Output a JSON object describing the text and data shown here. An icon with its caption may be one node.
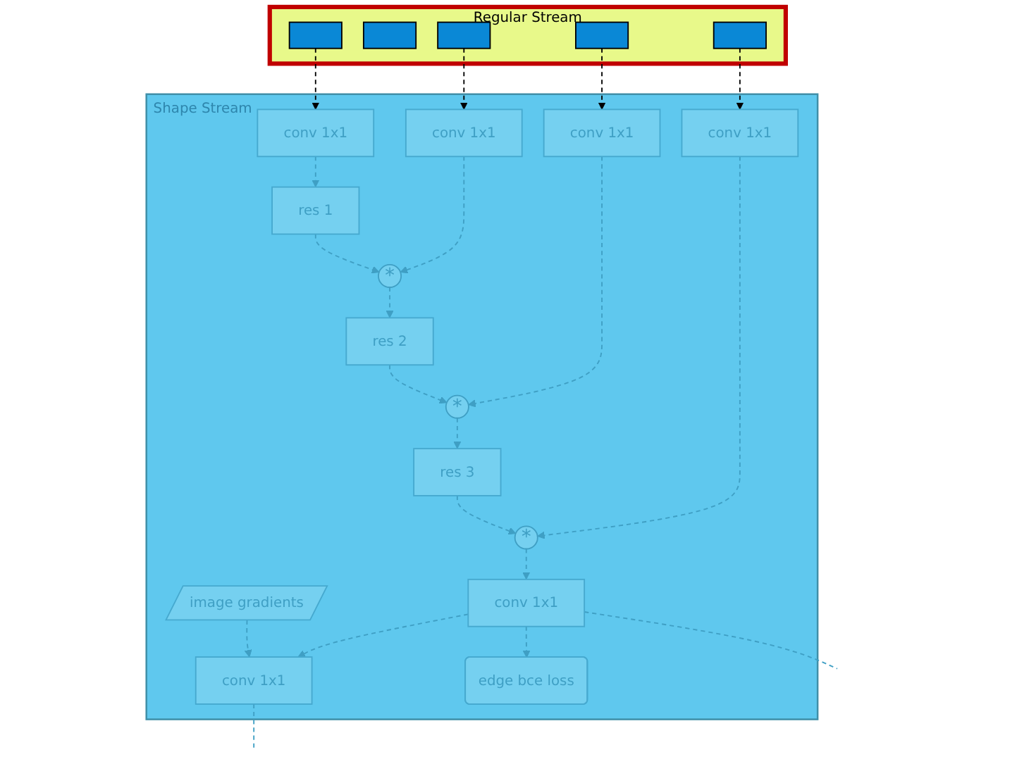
{
  "diagram": {
    "nodes": [
      {
        "text": [
          "Regular Stream"
        ]
      },
      {
        "text": [],
        "shape": "box",
        "in": 0
      },
      {
        "text": [],
        "shape": "box",
        "in": 0
      },
      {
        "text": [],
        "shape": "box",
        "in": 0
      },
      {
        "text": [],
        "shape": "box",
        "in": 0
      },
      {
        "text": [],
        "shape": "box",
        "in": 0
      },
      {
        "text": [
          "Shape Stream"
        ]
      },
      {
        "text": [
          "conv 1x1"
        ],
        "in": 6
      },
      {
        "text": [
          "conv 1x1"
        ],
        "in": 6
      },
      {
        "text": [
          "conv 1x1"
        ],
        "in": 6
      },
      {
        "text": [
          "conv 1x1"
        ],
        "in": 6
      },
      {
        "text": [
          "image gradients"
        ],
        "in": 6
      },
      {
        "text": [
          "res 1"
        ],
        "in": 6
      },
      {
        "text": [
          "conv 1x1"
        ],
        "in": 6
      },
      {
        "text": [
          "*"
        ],
        "in": 6
      },
      {
        "text": [
          "res 2"
        ],
        "in": 6
      },
      {
        "text": [
          "*"
        ],
        "in": 6
      },
      {
        "text": [
          "res 3"
        ],
        "in": 6
      },
      {
        "text": [
          "*"
        ],
        "in": 6
      },
      {
        "text": [
          "conv 1x1"
        ],
        "in": 6
      },
      {
        "text": [
          "edge bce loss"
        ],
        "in": 6
      }
    ],
    "edges": [
      {
        "from": 1,
        "to": 7,
        "arrow": "to",
        "style": "dashed",
        "color": "#000000"
      },
      {
        "from": 3,
        "to": 8,
        "arrow": "to",
        "style": "dashed",
        "color": "#000000"
      },
      {
        "from": 4,
        "to": 9,
        "arrow": "to",
        "style": "dashed",
        "color": "#000000"
      },
      {
        "from": 5,
        "to": 10,
        "arrow": "to",
        "style": "dashed",
        "color": "#000000"
      },
      {
        "from": 7,
        "to": 12,
        "arrow": "to",
        "style": "dashed"
      },
      {
        "from": 12,
        "to": 14,
        "arrow": "to",
        "style": "dashed"
      },
      {
        "from": 8,
        "to": 14,
        "arrow": "to",
        "style": "dashed"
      },
      {
        "from": 14,
        "to": 15,
        "arrow": "to",
        "style": "dashed"
      },
      {
        "from": 15,
        "to": 16,
        "arrow": "to",
        "style": "dashed"
      },
      {
        "from": 9,
        "to": 16,
        "arrow": "to",
        "style": "dashed"
      },
      {
        "from": 16,
        "to": 17,
        "arrow": "to",
        "style": "dashed"
      },
      {
        "from": 17,
        "to": 18,
        "arrow": "to",
        "style": "dashed"
      },
      {
        "from": 10,
        "to": 18,
        "arrow": "to",
        "style": "dashed"
      },
      {
        "from": 18,
        "to": 19,
        "arrow": "to",
        "style": "dashed"
      },
      {
        "from": 19,
        "to": 13,
        "arrow": "to",
        "style": "dashed"
      },
      {
        "from": 11,
        "to": 13,
        "arrow": "to",
        "style": "dashed"
      },
      {
        "from": 19,
        "to": 20,
        "arrow": "to",
        "style": "dashed"
      },
      {
        "from": 13,
        "to": null,
        "arrow": "none",
        "style": "dashed"
      },
      {
        "from": 19,
        "to": null,
        "arrow": "none",
        "style": "dashed"
      }
    ]
  }
}
